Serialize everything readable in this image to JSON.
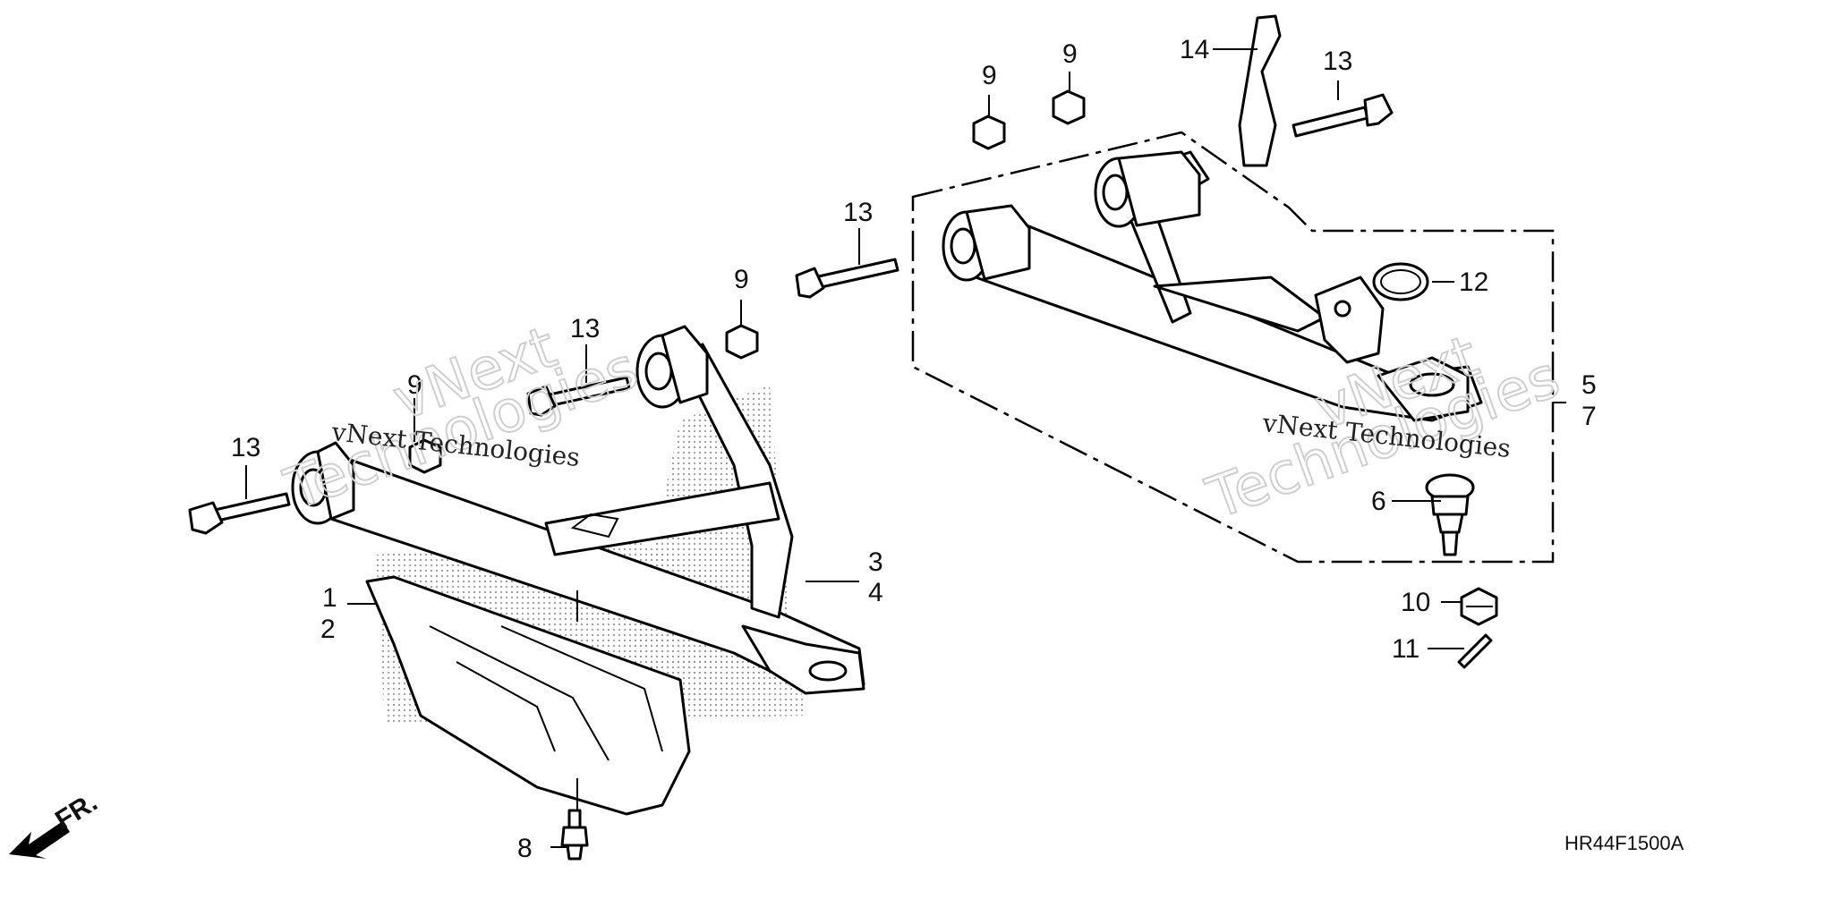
{
  "diagram": {
    "drawing_code": "HR44F1500A",
    "front_arrow_label": "FR.",
    "watermark_text": "vNext Technologies",
    "watermark_word_1": "vNext",
    "watermark_word_2": "Technologies",
    "callouts": {
      "c1": "1",
      "c2": "2",
      "c3": "3",
      "c4": "4",
      "c5": "5",
      "c6": "6",
      "c7": "7",
      "c8": "8",
      "c9a": "9",
      "c9b": "9",
      "c9c": "9",
      "c9d": "9",
      "c10": "10",
      "c11": "11",
      "c12": "12",
      "c13a": "13",
      "c13b": "13",
      "c13c": "13",
      "c13d": "13",
      "c14": "14"
    }
  }
}
